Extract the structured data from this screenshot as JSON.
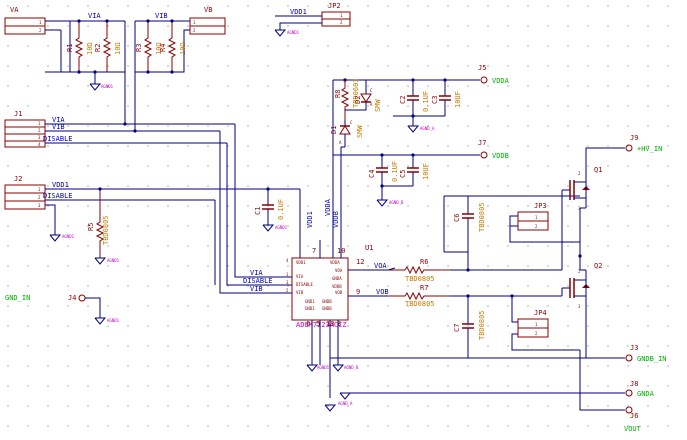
{
  "connectors": {
    "va": {
      "ref": "VA",
      "pins": [
        "1",
        "2"
      ]
    },
    "vb": {
      "ref": "VB",
      "pins": [
        "1",
        "2"
      ]
    },
    "jp2": {
      "ref": "JP2",
      "pins": [
        "1",
        "2"
      ]
    },
    "j1": {
      "ref": "J1",
      "pins": [
        "1",
        "2",
        "3",
        "4"
      ]
    },
    "j2": {
      "ref": "J2",
      "pins": [
        "1",
        "2",
        "3"
      ]
    },
    "jp3": {
      "ref": "JP3",
      "pins": [
        "1",
        "2"
      ]
    },
    "jp4": {
      "ref": "JP4",
      "pins": [
        "1",
        "2"
      ]
    }
  },
  "terminals": {
    "j5": {
      "ref": "J5",
      "label": "VDDA"
    },
    "j7": {
      "ref": "J7",
      "label": "VDDB"
    },
    "j9": {
      "ref": "J9",
      "label": "+HV_IN"
    },
    "j4": {
      "ref": "J4",
      "label": "GND_IN"
    },
    "j3": {
      "ref": "J3",
      "label": "GNDB_IN"
    },
    "j8": {
      "ref": "J8",
      "label": "GNDA"
    },
    "j6": {
      "ref": "J6",
      "label": "VOUT"
    }
  },
  "nets": {
    "via": "VIA",
    "vib": "VIB",
    "disable": "DISABLE",
    "vdd1": "VDD1",
    "voa": "VOA",
    "vob": "VOB",
    "vdda": "VDDA",
    "vddb": "VDDB"
  },
  "components": {
    "r1": {
      "ref": "R1",
      "value": "10Ω"
    },
    "r2": {
      "ref": "R2",
      "value": "10Ω"
    },
    "r3": {
      "ref": "R3",
      "value": "10Ω"
    },
    "r4": {
      "ref": "R4",
      "value": "10Ω"
    },
    "r5": {
      "ref": "R5",
      "value": "TBD0805"
    },
    "r6": {
      "ref": "R6",
      "value": "TBD0805"
    },
    "r7": {
      "ref": "R7",
      "value": "TBD0805"
    },
    "r8": {
      "ref": "R8",
      "value": "TBD0603"
    },
    "c1": {
      "ref": "C1",
      "value": "0.1UF"
    },
    "c2": {
      "ref": "C2",
      "value": "0.1UF"
    },
    "c3": {
      "ref": "C3",
      "value": "10UF"
    },
    "c4": {
      "ref": "C4",
      "value": "0.1UF"
    },
    "c5": {
      "ref": "C5",
      "value": "10UF"
    },
    "c6": {
      "ref": "C6",
      "value": "TBD0805"
    },
    "c7": {
      "ref": "C7",
      "value": "TBD0805"
    },
    "d1": {
      "ref": "D1",
      "value": "SMW",
      "pin_a": "A",
      "pin_c": "C"
    },
    "d2": {
      "ref": "D2",
      "value": "SMW",
      "pin_a": "A",
      "pin_c": "C"
    },
    "q1": {
      "ref": "Q1"
    },
    "q2": {
      "ref": "Q2"
    }
  },
  "ic": {
    "ref": "U1",
    "part": "ADUM7223ACCZ",
    "pins_left": [
      "VDD1",
      "VIA",
      "VIB",
      "DISABLE"
    ],
    "pins_top": [
      "VDD1",
      "VDDA",
      "VDDB"
    ],
    "pins_right": [
      "VDDA",
      "VOA",
      "GNDA",
      "VDDB",
      "VOB"
    ],
    "pins_bottom": [
      "GND1",
      "GND1",
      "GNDB",
      "GNDB"
    ],
    "pin_numbers": [
      "4",
      "1",
      "2",
      "3",
      "7",
      "16",
      "10",
      "12",
      "9",
      "6",
      "5",
      "13",
      "8"
    ]
  },
  "grounds": {
    "agnd1": "AGND1",
    "agnd_a": "AGND_A",
    "agnd_b": "AGND_B"
  }
}
